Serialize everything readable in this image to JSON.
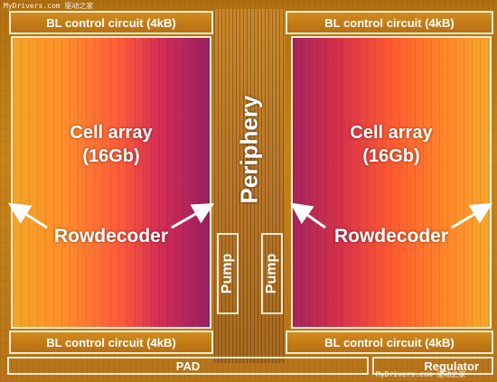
{
  "bl_control": {
    "top_left": "BL control circuit (4kB)",
    "top_right": "BL control circuit (4kB)",
    "bottom_left": "BL control circuit (4kB)",
    "bottom_right": "BL control circuit (4kB)"
  },
  "cell_array_left": {
    "line1": "Cell array",
    "line2": "(16Gb)"
  },
  "cell_array_right": {
    "line1": "Cell array",
    "line2": "(16Gb)"
  },
  "rowdecoder_left": "Rowdecoder",
  "rowdecoder_right": "Rowdecoder",
  "periphery": "Periphery",
  "pump_left": "Pump",
  "pump_right": "Pump",
  "pad": "PAD",
  "regulator": "Regulator",
  "watermark_top": "MyDrivers.com 驱动之家",
  "watermark_bottom": "MyDrivers.com 驱动之家",
  "colors": {
    "outline": "#f4ecd0",
    "text": "#ffffff"
  }
}
